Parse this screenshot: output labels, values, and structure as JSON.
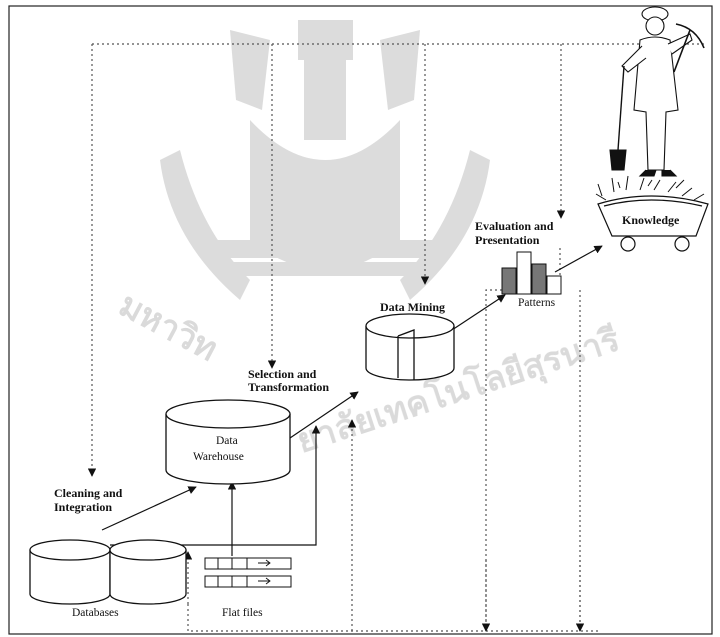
{
  "diagram": {
    "stages": {
      "cleaning_line1": "Cleaning and",
      "cleaning_line2": "Integration",
      "selection_line1": "Selection and",
      "selection_line2": "Transformation",
      "mining": "Data Mining",
      "evaluation_line1": "Evaluation and",
      "evaluation_line2": "Presentation"
    },
    "nodes": {
      "warehouse_line1": "Data",
      "warehouse_line2": "Warehouse",
      "databases": "Databases",
      "flat_files": "Flat files",
      "patterns": "Patterns",
      "knowledge": "Knowledge"
    },
    "watermark": {
      "left_text": "มหาวิท",
      "right_text": "ยาลัยเทคโนโลยีสุรนารี"
    }
  },
  "colors": {
    "line": "#1a1a1a",
    "dotted": "#555555",
    "watermark": "#d9d9d9"
  }
}
